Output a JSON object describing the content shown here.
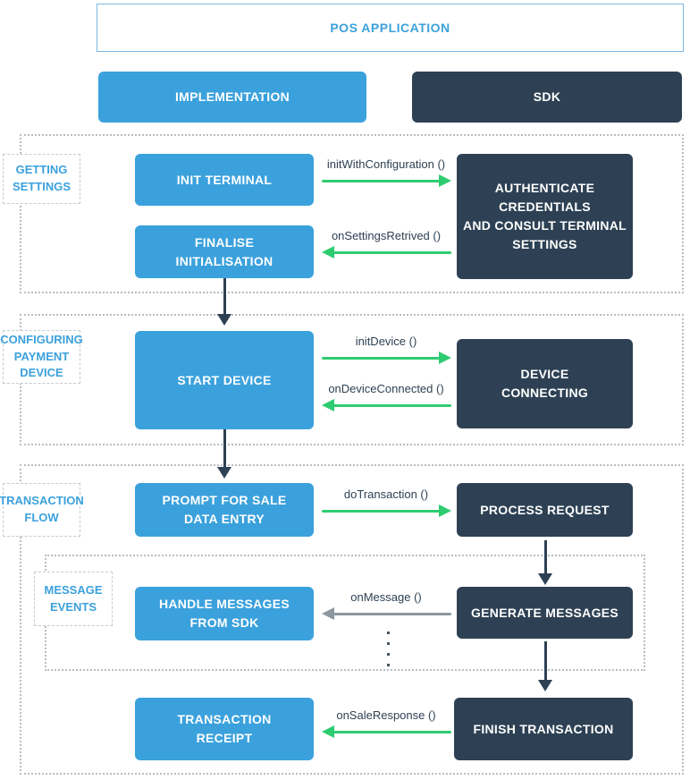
{
  "header": {
    "title": "POS APPLICATION"
  },
  "columns": {
    "implementation": "IMPLEMENTATION",
    "sdk": "SDK"
  },
  "sections": {
    "getting_settings": {
      "label": "GETTING\nSETTINGS",
      "boxes": {
        "init_terminal": "INIT TERMINAL",
        "finalise_initialisation": "FINALISE\nINITIALISATION",
        "authenticate": "AUTHENTICATE\nCREDENTIALS\nAND CONSULT TERMINAL\nSETTINGS"
      },
      "calls": {
        "init_with_configuration": "initWithConfiguration ()",
        "on_settings_retrived": "onSettingsRetrived ()"
      }
    },
    "configuring_payment_device": {
      "label": "CONFIGURING\nPAYMENT\nDEVICE",
      "boxes": {
        "start_device": "START DEVICE",
        "device_connecting": "DEVICE\nCONNECTING"
      },
      "calls": {
        "init_device": "initDevice ()",
        "on_device_connected": "onDeviceConnected ()"
      }
    },
    "transaction_flow": {
      "label": "TRANSACTION\nFLOW",
      "message_events_label": "MESSAGE\nEVENTS",
      "boxes": {
        "prompt_for_sale": "PROMPT FOR SALE\nDATA ENTRY",
        "process_request": "PROCESS REQUEST",
        "handle_messages": "HANDLE MESSAGES\nFROM SDK",
        "generate_messages": "GENERATE MESSAGES",
        "transaction_receipt": "TRANSACTION\nRECEIPT",
        "finish_transaction": "FINISH TRANSACTION"
      },
      "calls": {
        "do_transaction": "doTransaction ()",
        "on_message": "onMessage ()",
        "on_sale_response": "onSaleResponse ()"
      }
    }
  },
  "colors": {
    "accent_blue": "#3BA1DC",
    "dark_navy": "#2E4154",
    "green": "#2ECC71",
    "gray_arrow": "#8C97A0"
  }
}
